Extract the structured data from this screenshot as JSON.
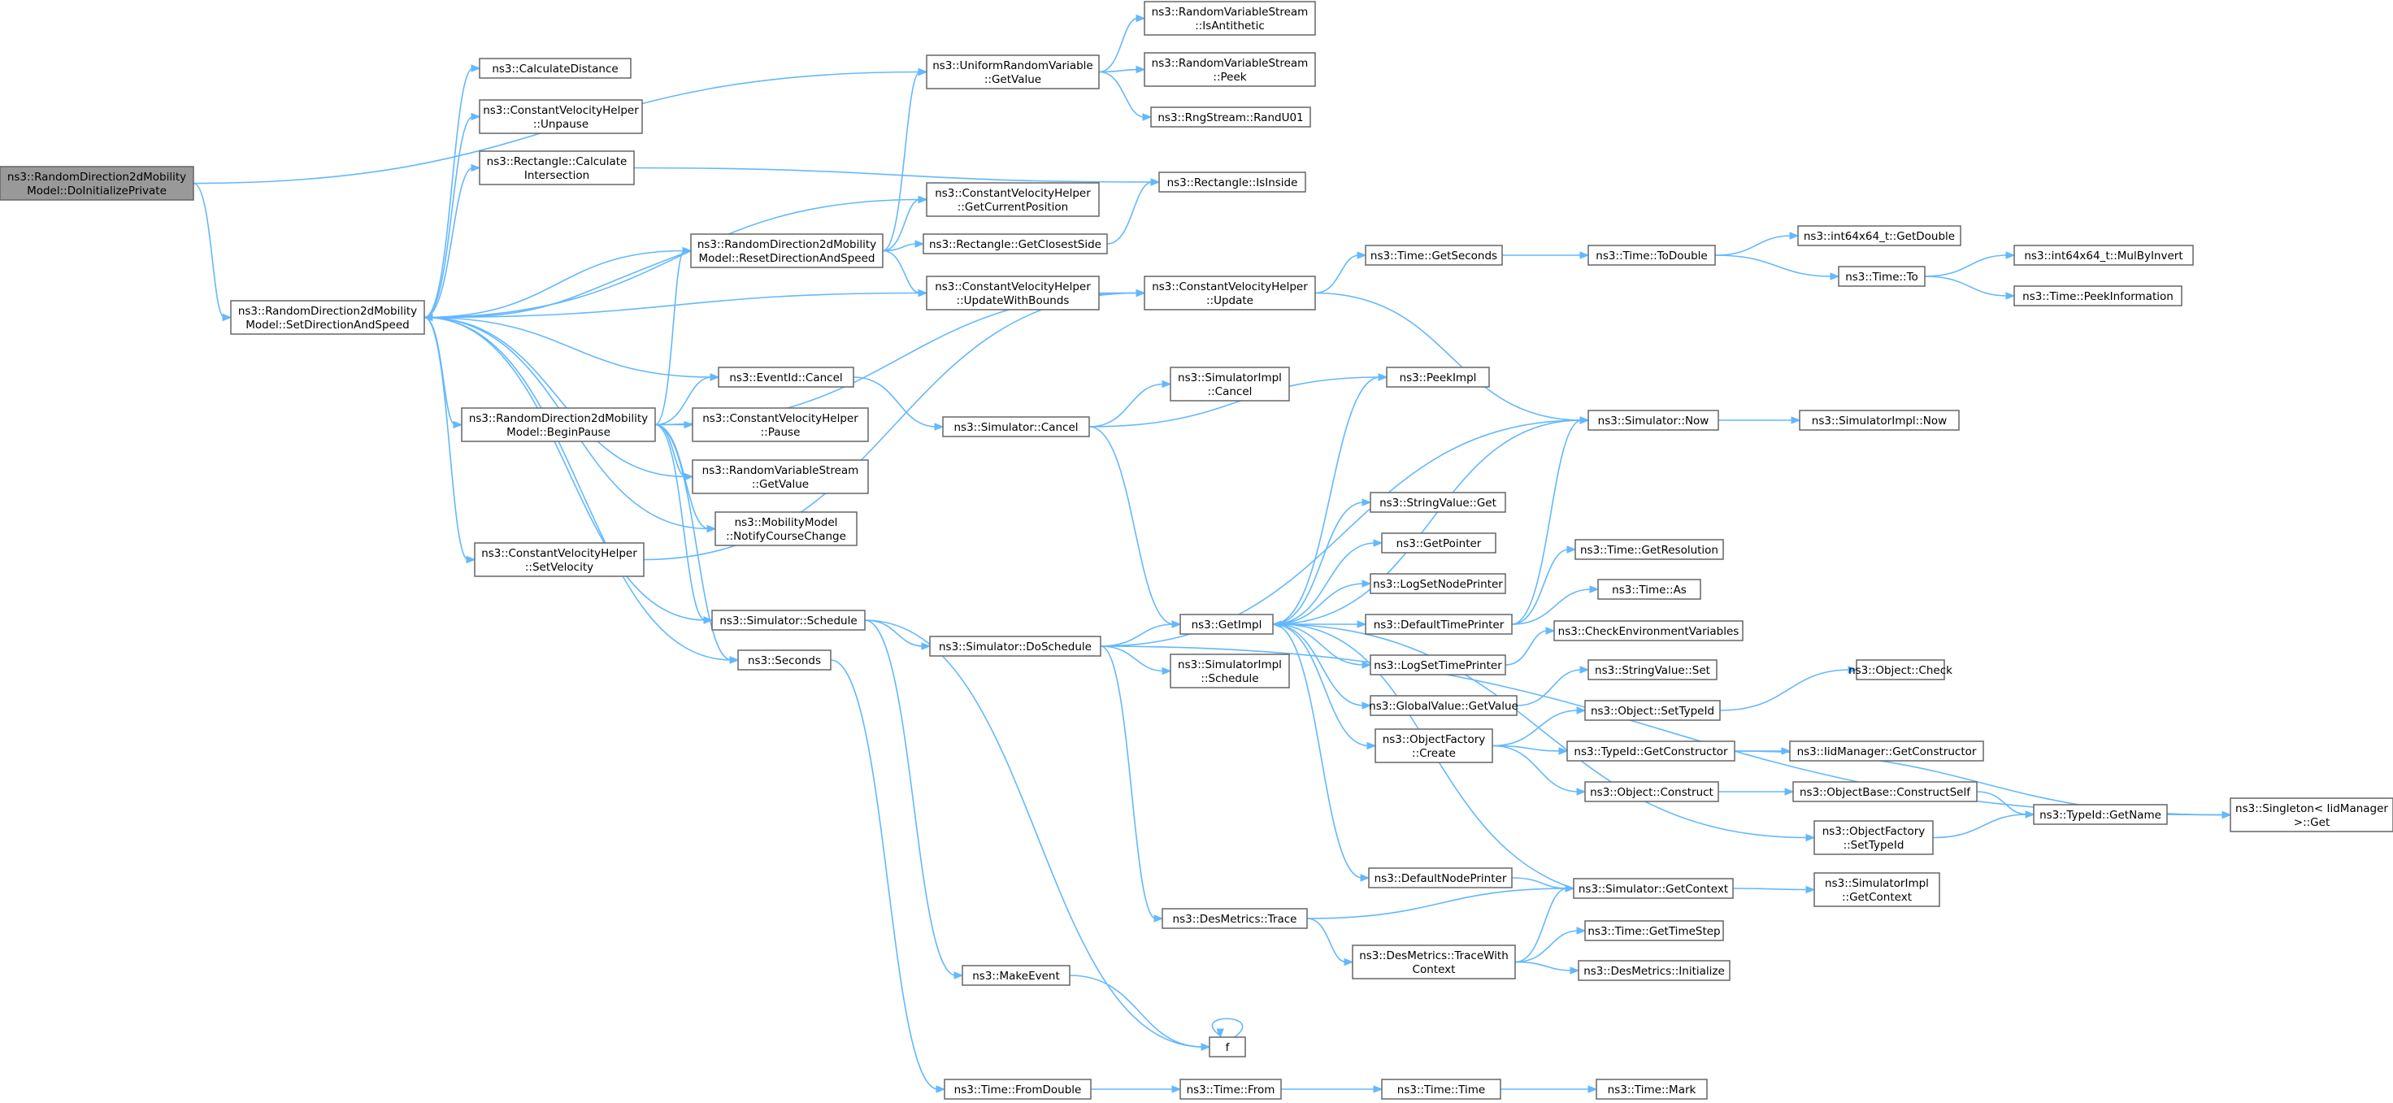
{
  "colors": {
    "edge": "#63b8ff",
    "node_border": "#666666",
    "root_fill": "#999999",
    "truncated_border": "#ff0000",
    "truncated_text": "#cc0000"
  },
  "nodes": [
    {
      "id": "root",
      "lines": [
        "ns3::RandomDirection2dMobility",
        "Model::DoInitializePrivate"
      ],
      "style": "root"
    },
    {
      "id": "sds",
      "lines": [
        "ns3::RandomDirection2dMobility",
        "Model::SetDirectionAndSpeed"
      ]
    },
    {
      "id": "calcdist",
      "lines": [
        "ns3::CalculateDistance"
      ]
    },
    {
      "id": "unpause",
      "lines": [
        "ns3::ConstantVelocityHelper",
        "::Unpause"
      ]
    },
    {
      "id": "calcint",
      "lines": [
        "ns3::Rectangle::Calculate",
        "Intersection"
      ]
    },
    {
      "id": "urv",
      "lines": [
        "ns3::UniformRandomVariable",
        "::GetValue"
      ]
    },
    {
      "id": "anti",
      "lines": [
        "ns3::RandomVariableStream",
        "::IsAntithetic"
      ]
    },
    {
      "id": "peek",
      "lines": [
        "ns3::RandomVariableStream",
        "::Peek"
      ]
    },
    {
      "id": "randu",
      "lines": [
        "ns3::RngStream::RandU01"
      ]
    },
    {
      "id": "rds",
      "lines": [
        "ns3::RandomDirection2dMobility",
        "Model::ResetDirectionAndSpeed"
      ]
    },
    {
      "id": "getpos",
      "lines": [
        "ns3::ConstantVelocityHelper",
        "::GetCurrentPosition"
      ]
    },
    {
      "id": "closest",
      "lines": [
        "ns3::Rectangle::GetClosestSide"
      ]
    },
    {
      "id": "isinside",
      "lines": [
        "ns3::Rectangle::IsInside"
      ]
    },
    {
      "id": "uwb",
      "lines": [
        "ns3::ConstantVelocityHelper",
        "::UpdateWithBounds"
      ]
    },
    {
      "id": "cvupdate",
      "lines": [
        "ns3::ConstantVelocityHelper",
        "::Update"
      ]
    },
    {
      "id": "getsec",
      "lines": [
        "ns3::Time::GetSeconds"
      ]
    },
    {
      "id": "todouble",
      "lines": [
        "ns3::Time::ToDouble"
      ]
    },
    {
      "id": "getdouble",
      "lines": [
        "ns3::int64x64_t::GetDouble"
      ]
    },
    {
      "id": "timeto",
      "lines": [
        "ns3::Time::To"
      ]
    },
    {
      "id": "mulinv",
      "lines": [
        "ns3::int64x64_t::MulByInvert"
      ],
      "style": "truncated"
    },
    {
      "id": "peekinfo",
      "lines": [
        "ns3::Time::PeekInformation"
      ],
      "style": "truncated"
    },
    {
      "id": "bp",
      "lines": [
        "ns3::RandomDirection2dMobility",
        "Model::BeginPause"
      ]
    },
    {
      "id": "evcancel",
      "lines": [
        "ns3::EventId::Cancel"
      ]
    },
    {
      "id": "simcancel",
      "lines": [
        "ns3::Simulator::Cancel"
      ]
    },
    {
      "id": "simimplcancel",
      "lines": [
        "ns3::SimulatorImpl",
        "::Cancel"
      ]
    },
    {
      "id": "peekimpl",
      "lines": [
        "ns3::PeekImpl"
      ]
    },
    {
      "id": "simnow",
      "lines": [
        "ns3::Simulator::Now"
      ]
    },
    {
      "id": "simimplnow",
      "lines": [
        "ns3::SimulatorImpl::Now"
      ]
    },
    {
      "id": "cvpause",
      "lines": [
        "ns3::ConstantVelocityHelper",
        "::Pause"
      ]
    },
    {
      "id": "rvsget",
      "lines": [
        "ns3::RandomVariableStream",
        "::GetValue"
      ]
    },
    {
      "id": "notify",
      "lines": [
        "ns3::MobilityModel",
        "::NotifyCourseChange"
      ]
    },
    {
      "id": "setvel",
      "lines": [
        "ns3::ConstantVelocityHelper",
        "::SetVelocity"
      ]
    },
    {
      "id": "schedule",
      "lines": [
        "ns3::Simulator::Schedule"
      ]
    },
    {
      "id": "seconds",
      "lines": [
        "ns3::Seconds"
      ]
    },
    {
      "id": "dosched",
      "lines": [
        "ns3::Simulator::DoSchedule"
      ]
    },
    {
      "id": "getimpl",
      "lines": [
        "ns3::GetImpl"
      ]
    },
    {
      "id": "simimplsched",
      "lines": [
        "ns3::SimulatorImpl",
        "::Schedule"
      ]
    },
    {
      "id": "strget",
      "lines": [
        "ns3::StringValue::Get"
      ]
    },
    {
      "id": "getptr",
      "lines": [
        "ns3::GetPointer"
      ]
    },
    {
      "id": "lognode",
      "lines": [
        "ns3::LogSetNodePrinter"
      ]
    },
    {
      "id": "deftime",
      "lines": [
        "ns3::DefaultTimePrinter"
      ]
    },
    {
      "id": "getres",
      "lines": [
        "ns3::Time::GetResolution"
      ],
      "style": "truncated"
    },
    {
      "id": "timeas",
      "lines": [
        "ns3::Time::As"
      ]
    },
    {
      "id": "logtime",
      "lines": [
        "ns3::LogSetTimePrinter"
      ]
    },
    {
      "id": "checkenv",
      "lines": [
        "ns3::CheckEnvironmentVariables"
      ],
      "style": "truncated"
    },
    {
      "id": "gvget",
      "lines": [
        "ns3::GlobalValue::GetValue"
      ]
    },
    {
      "id": "strset",
      "lines": [
        "ns3::StringValue::Set"
      ]
    },
    {
      "id": "ofcreate",
      "lines": [
        "ns3::ObjectFactory",
        "::Create"
      ]
    },
    {
      "id": "settypeid",
      "lines": [
        "ns3::Object::SetTypeId"
      ]
    },
    {
      "id": "objcheck",
      "lines": [
        "ns3::Object::Check"
      ],
      "style": "truncated"
    },
    {
      "id": "getctor",
      "lines": [
        "ns3::TypeId::GetConstructor"
      ]
    },
    {
      "id": "iidgetctor",
      "lines": [
        "ns3::IidManager::GetConstructor"
      ],
      "style": "truncated"
    },
    {
      "id": "objconstruct",
      "lines": [
        "ns3::Object::Construct"
      ]
    },
    {
      "id": "constructself",
      "lines": [
        "ns3::ObjectBase::ConstructSelf"
      ],
      "style": "truncated"
    },
    {
      "id": "tidgetname",
      "lines": [
        "ns3::TypeId::GetName"
      ],
      "style": "truncated"
    },
    {
      "id": "singleton",
      "lines": [
        "ns3::Singleton< IidManager",
        ">::Get"
      ]
    },
    {
      "id": "ofsettypeid",
      "lines": [
        "ns3::ObjectFactory",
        "::SetTypeId"
      ]
    },
    {
      "id": "defnode",
      "lines": [
        "ns3::DefaultNodePrinter"
      ]
    },
    {
      "id": "getctx",
      "lines": [
        "ns3::Simulator::GetContext"
      ]
    },
    {
      "id": "simimplctx",
      "lines": [
        "ns3::SimulatorImpl",
        "::GetContext"
      ]
    },
    {
      "id": "destrace",
      "lines": [
        "ns3::DesMetrics::Trace"
      ]
    },
    {
      "id": "tracewith",
      "lines": [
        "ns3::DesMetrics::TraceWith",
        "Context"
      ]
    },
    {
      "id": "timestep",
      "lines": [
        "ns3::Time::GetTimeStep"
      ]
    },
    {
      "id": "desinit",
      "lines": [
        "ns3::DesMetrics::Initialize"
      ],
      "style": "truncated"
    },
    {
      "id": "makeevent",
      "lines": [
        "ns3::MakeEvent"
      ]
    },
    {
      "id": "f",
      "lines": [
        "f"
      ]
    },
    {
      "id": "fromdouble",
      "lines": [
        "ns3::Time::FromDouble"
      ]
    },
    {
      "id": "timefrom",
      "lines": [
        "ns3::Time::From"
      ]
    },
    {
      "id": "timetime",
      "lines": [
        "ns3::Time::Time"
      ]
    },
    {
      "id": "timemark",
      "lines": [
        "ns3::Time::Mark"
      ]
    }
  ]
}
